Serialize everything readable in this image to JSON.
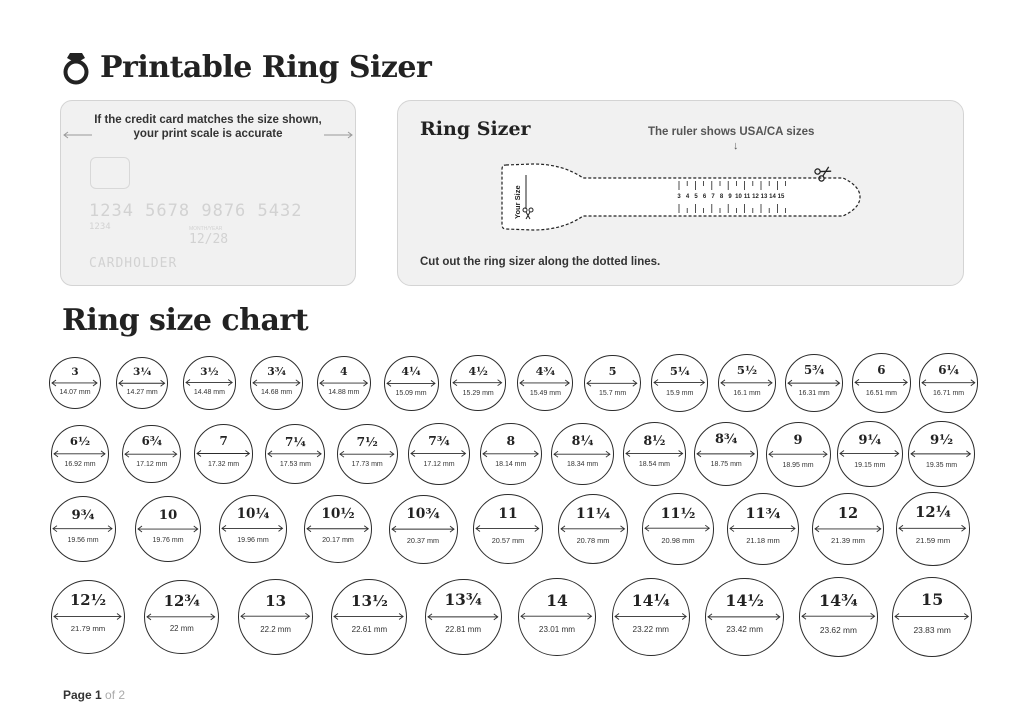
{
  "page_title": "Printable Ring Sizer",
  "card": {
    "note": "If the credit card matches the size shown, your print scale is accurate",
    "number": "1234 5678 9876 5432",
    "small": "1234",
    "month_year": "MONTH/YEAR",
    "expiry": "12/28",
    "holder": "CARDHOLDER"
  },
  "sizer": {
    "title": "Ring Sizer",
    "ruler_note": "The ruler shows USA/CA sizes",
    "ruler_arrow": "↓",
    "your_size": "Your Size",
    "ruler_numbers": [
      "3",
      "4",
      "5",
      "6",
      "7",
      "8",
      "9",
      "10",
      "11",
      "12",
      "13",
      "14",
      "15"
    ],
    "instructions": "Cut out the ring sizer along the dotted lines."
  },
  "chart_title": "Ring size chart",
  "ring_rows": [
    [
      {
        "size": "3",
        "mm": "14.07 mm"
      },
      {
        "size": "3¼",
        "mm": "14.27 mm"
      },
      {
        "size": "3½",
        "mm": "14.48 mm"
      },
      {
        "size": "3¾",
        "mm": "14.68 mm"
      },
      {
        "size": "4",
        "mm": "14.88 mm"
      },
      {
        "size": "4¼",
        "mm": "15.09 mm"
      },
      {
        "size": "4½",
        "mm": "15.29 mm"
      },
      {
        "size": "4¾",
        "mm": "15.49 mm"
      },
      {
        "size": "5",
        "mm": "15.7 mm"
      },
      {
        "size": "5¼",
        "mm": "15.9 mm"
      },
      {
        "size": "5½",
        "mm": "16.1 mm"
      },
      {
        "size": "5¾",
        "mm": "16.31 mm"
      },
      {
        "size": "6",
        "mm": "16.51 mm"
      },
      {
        "size": "6¼",
        "mm": "16.71 mm"
      }
    ],
    [
      {
        "size": "6½",
        "mm": "16.92 mm"
      },
      {
        "size": "6¾",
        "mm": "17.12 mm"
      },
      {
        "size": "7",
        "mm": "17.32 mm"
      },
      {
        "size": "7¼",
        "mm": "17.53 mm"
      },
      {
        "size": "7½",
        "mm": "17.73 mm"
      },
      {
        "size": "7¾",
        "mm": "17.12 mm"
      },
      {
        "size": "8",
        "mm": "18.14 mm"
      },
      {
        "size": "8¼",
        "mm": "18.34 mm"
      },
      {
        "size": "8½",
        "mm": "18.54 mm"
      },
      {
        "size": "8¾",
        "mm": "18.75 mm"
      },
      {
        "size": "9",
        "mm": "18.95 mm"
      },
      {
        "size": "9¼",
        "mm": "19.15 mm"
      },
      {
        "size": "9½",
        "mm": "19.35 mm"
      }
    ],
    [
      {
        "size": "9¾",
        "mm": "19.56 mm"
      },
      {
        "size": "10",
        "mm": "19.76 mm"
      },
      {
        "size": "10¼",
        "mm": "19.96 mm"
      },
      {
        "size": "10½",
        "mm": "20.17 mm"
      },
      {
        "size": "10¾",
        "mm": "20.37 mm"
      },
      {
        "size": "11",
        "mm": "20.57 mm"
      },
      {
        "size": "11¼",
        "mm": "20.78 mm"
      },
      {
        "size": "11½",
        "mm": "20.98 mm"
      },
      {
        "size": "11¾",
        "mm": "21.18 mm"
      },
      {
        "size": "12",
        "mm": "21.39 mm"
      },
      {
        "size": "12¼",
        "mm": "21.59 mm"
      }
    ],
    [
      {
        "size": "12½",
        "mm": "21.79 mm"
      },
      {
        "size": "12¾",
        "mm": "22 mm"
      },
      {
        "size": "13",
        "mm": "22.2 mm"
      },
      {
        "size": "13½",
        "mm": "22.61 mm"
      },
      {
        "size": "13¾",
        "mm": "22.81 mm"
      },
      {
        "size": "14",
        "mm": "23.01 mm"
      },
      {
        "size": "14¼",
        "mm": "23.22 mm"
      },
      {
        "size": "14½",
        "mm": "23.42 mm"
      },
      {
        "size": "14¾",
        "mm": "23.62 mm"
      },
      {
        "size": "15",
        "mm": "23.83 mm"
      }
    ]
  ],
  "footer": {
    "page_label": "Page 1",
    "of_label": "of 2"
  }
}
